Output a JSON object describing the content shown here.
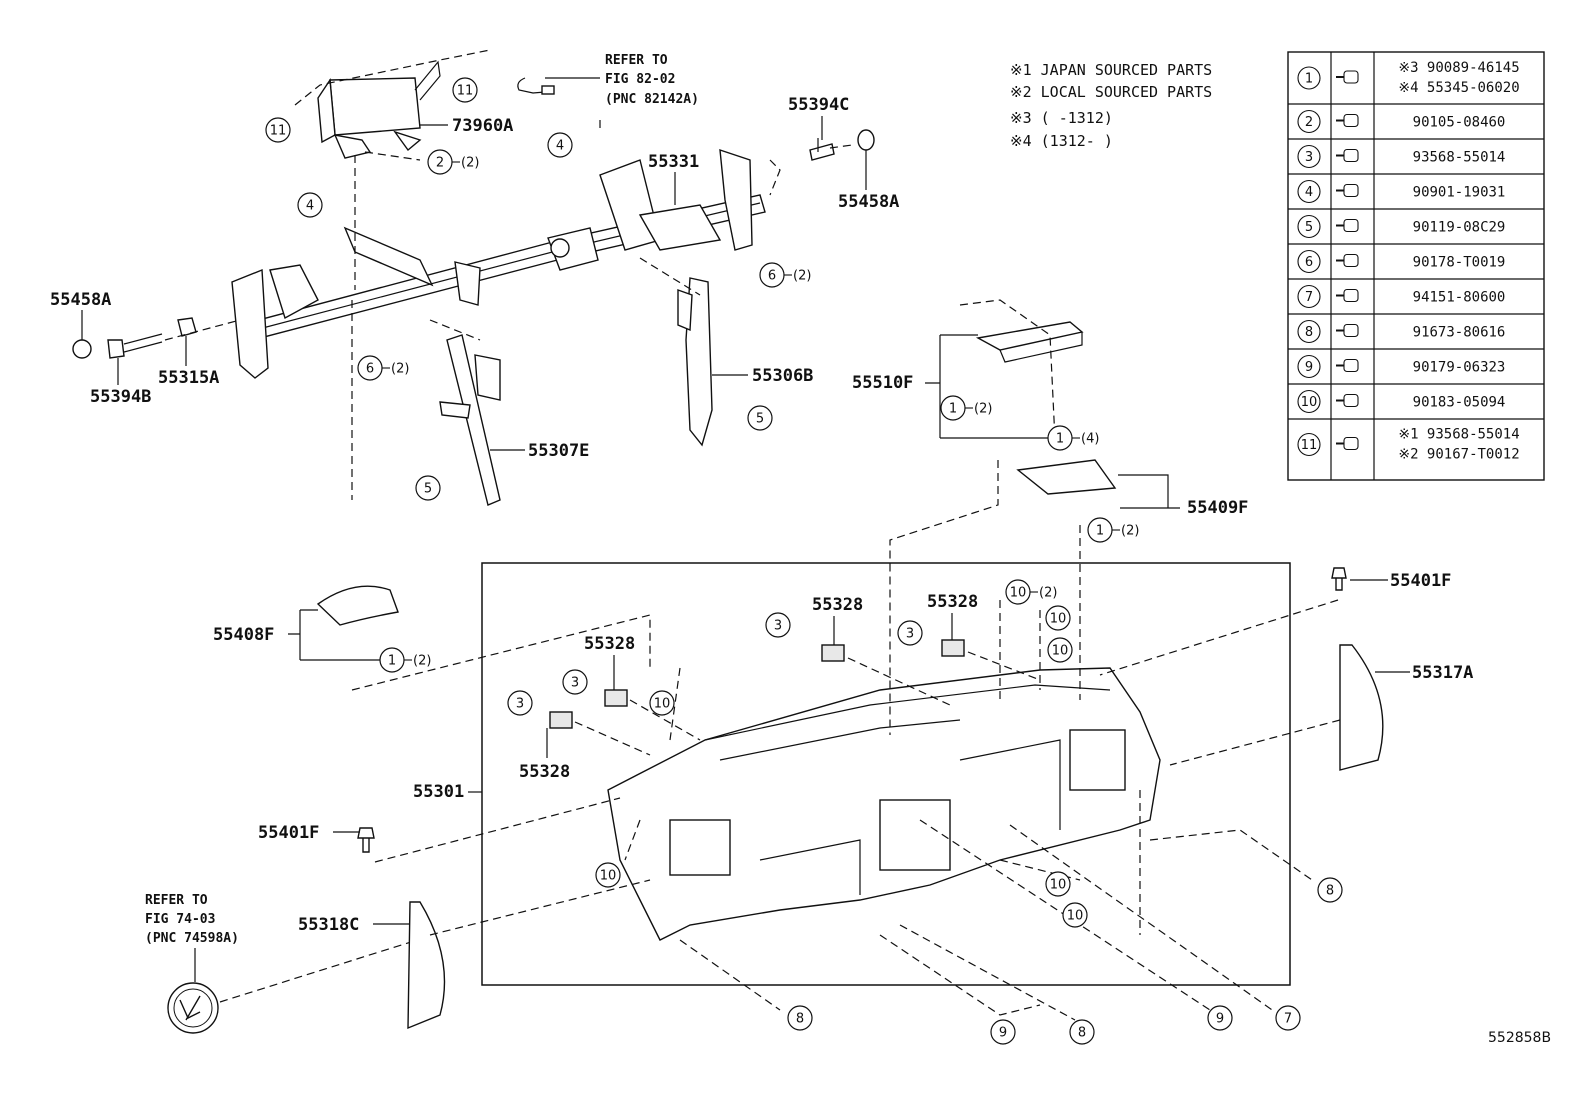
{
  "diagram_id": "552858B",
  "notes": [
    "※1 JAPAN SOURCED PARTS",
    "※2 LOCAL SOURCED PARTS",
    "※3 (  -1312)",
    "※4 (1312-  )"
  ],
  "refers": {
    "fig82": [
      "REFER TO",
      "FIG 82-02",
      "(PNC 82142A)"
    ],
    "fig74": [
      "REFER TO",
      "FIG 74-03",
      "(PNC 74598A)"
    ]
  },
  "part_labels": {
    "p73960A": "73960A",
    "p55394C": "55394C",
    "p55331": "55331",
    "p55458A_r": "55458A",
    "p55458A_l": "55458A",
    "p55394B": "55394B",
    "p55315A": "55315A",
    "p55306B": "55306B",
    "p55307E": "55307E",
    "p55510F": "55510F",
    "p55409F": "55409F",
    "p55401F_r": "55401F",
    "p55401F_l": "55401F",
    "p55408F": "55408F",
    "p55317A": "55317A",
    "p55328_a": "55328",
    "p55328_b": "55328",
    "p55328_c": "55328",
    "p55328_d": "55328",
    "p55301": "55301",
    "p55318C": "55318C"
  },
  "callouts": {
    "c1": "1",
    "c2": "2",
    "c3": "3",
    "c4": "4",
    "c5": "5",
    "c6": "6",
    "c7": "7",
    "c8": "8",
    "c9": "9",
    "c10": "10",
    "c11": "11"
  },
  "quantities": {
    "q2": "(2)",
    "q4": "(4)"
  },
  "fastener_table": [
    {
      "no": "1",
      "part_lines": [
        "※3 90089-46145",
        "※4 55345-06020"
      ]
    },
    {
      "no": "2",
      "part_lines": [
        "90105-08460"
      ]
    },
    {
      "no": "3",
      "part_lines": [
        "93568-55014"
      ]
    },
    {
      "no": "4",
      "part_lines": [
        "90901-19031"
      ]
    },
    {
      "no": "5",
      "part_lines": [
        "90119-08C29"
      ]
    },
    {
      "no": "6",
      "part_lines": [
        "90178-T0019"
      ]
    },
    {
      "no": "7",
      "part_lines": [
        "94151-80600"
      ]
    },
    {
      "no": "8",
      "part_lines": [
        "91673-80616"
      ]
    },
    {
      "no": "9",
      "part_lines": [
        "90179-06323"
      ]
    },
    {
      "no": "10",
      "part_lines": [
        "90183-05094"
      ]
    },
    {
      "no": "11",
      "part_lines": [
        "※1 93568-55014",
        "※2 90167-T0012"
      ]
    }
  ]
}
